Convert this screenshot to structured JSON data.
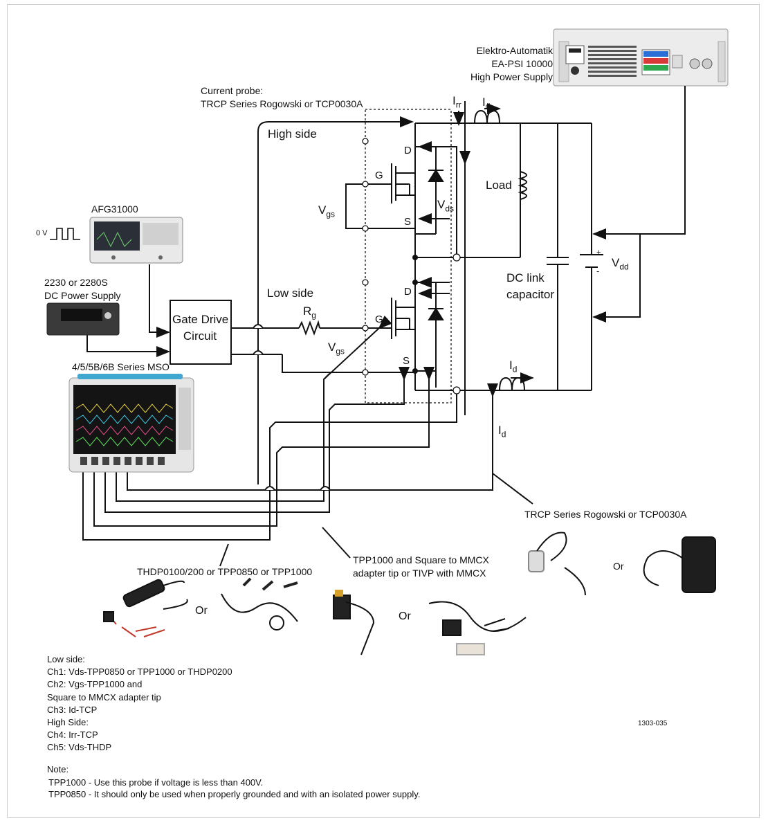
{
  "equipment": {
    "supply_name": "Elektro-Automatik",
    "supply_model": "EA-PSI 10000",
    "supply_desc": "High Power Supply",
    "afg": "AFG31000",
    "zero_volt": "0 V",
    "dc_supply_line1": "2230 or 2280S",
    "dc_supply_line2": "DC Power Supply",
    "mso": "4/5/5B/6B Series MSO"
  },
  "probes": {
    "current_probe_line1": "Current probe:",
    "current_probe_line2": "TRCP Series Rogowski or TCP0030A",
    "rogowski_right": "TRCP Series Rogowski or TCP0030A",
    "thdp": "THDP0100/200 or TPP0850 or TPP1000",
    "tpp1000_line1": "TPP1000 and Square to MMCX",
    "tpp1000_line2": "adapter tip or TIVP with MMCX",
    "or": "Or"
  },
  "circuit": {
    "high_side": "High side",
    "low_side": "Low side",
    "gate_drive_line1": "Gate Drive",
    "gate_drive_line2": "Circuit",
    "load": "Load",
    "dc_link_line1": "DC link",
    "dc_link_line2": "capacitor",
    "rg": "R",
    "rg_sub": "g",
    "vgs": "V",
    "vgs_sub": "gs",
    "vds": "V",
    "vds_sub": "ds",
    "vdd": "V",
    "vdd_sub": "dd",
    "irr": "I",
    "irr_sub": "rr",
    "id": "I",
    "id_sub": "d",
    "g": "G",
    "d": "D",
    "s": "S",
    "plus": "+",
    "minus": "-"
  },
  "notes": {
    "lines": [
      "Low side:",
      "Ch1: Vds-TPP0850 or TPP1000 or THDP0200",
      "Ch2: Vgs-TPP1000 and",
      "Square to MMCX adapter tip",
      "Ch3: Id-TCP",
      "High Side:",
      "Ch4: Irr-TCP",
      "Ch5: Vds-THDP"
    ],
    "note_title": "Note:",
    "note1": "TPP1000 -  Use this probe if voltage is less than 400V.",
    "note2": "TPP0850 -  It should only be used when properly grounded and with an isolated power supply.",
    "figure_id": "1303-035"
  }
}
